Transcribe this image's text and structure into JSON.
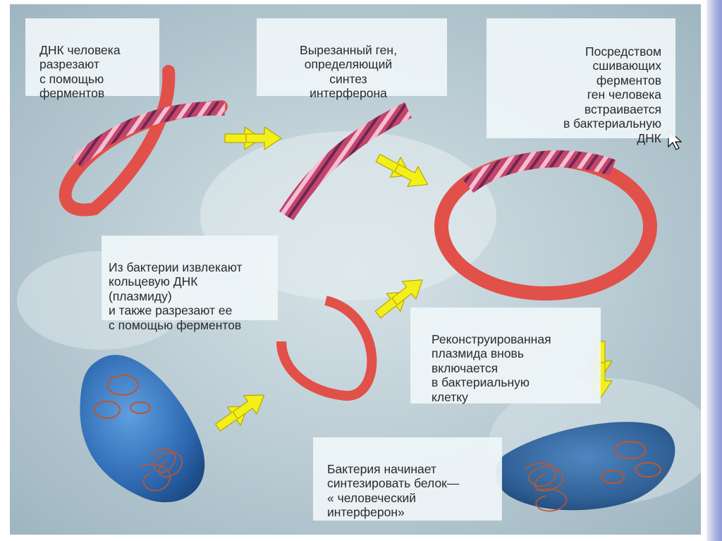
{
  "labels": {
    "step1": "ДНК человека\nразрезают\nс помощью\nферментов",
    "step2": "Вырезанный ген,\nопределяющий\nсинтез\nинтерферона",
    "step3": "Посредством\nсшивающих\nферментов\nген человека\nвстраивается\nв бактериальную\nДНК",
    "step4": "Из бактерии извлекают\nкольцевую ДНК\n(плазмиду)\nи также разрезают ее\nс помощью ферментов",
    "step5": "Реконструированная\nплазмида вновь\nвключается\nв бактериальную\nклетку",
    "step6": "Бактерия начинает\nсинтезировать белок—\n« человеческий\nинтерферон»"
  },
  "colors": {
    "dna_strand": "#e2504a",
    "helix_dark": "#7a2a5a",
    "helix_light": "#f2b6cc",
    "arrow": "#f3ef1a",
    "bacterium": "#2f6fb8",
    "background": "#b9cbd3"
  }
}
